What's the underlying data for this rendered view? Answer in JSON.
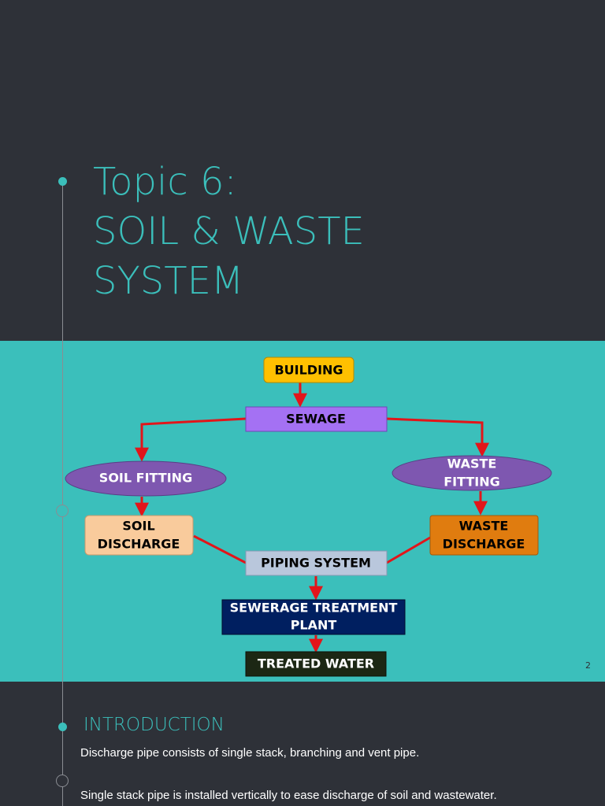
{
  "title": {
    "line1": "Topic 6:",
    "line2": "SOIL & WASTE",
    "line3": "SYSTEM"
  },
  "diagram": {
    "nodes": {
      "building": "BUILDING",
      "sewage": "SEWAGE",
      "soil_fitting": "SOIL FITTING",
      "waste_fitting_1": "WASTE",
      "waste_fitting_2": "FITTING",
      "soil_discharge_1": "SOIL",
      "soil_discharge_2": "DISCHARGE",
      "waste_discharge_1": "WASTE",
      "waste_discharge_2": "DISCHARGE",
      "piping_system": "PIPING SYSTEM",
      "sewerage_1": "SEWERAGE TREATMENT",
      "sewerage_2": "PLANT",
      "treated_water": "TREATED WATER"
    },
    "colors": {
      "building": "#ffc000",
      "sewage": "#a471f3",
      "fitting": "#7e57b0",
      "soil_discharge": "#f9cb9c",
      "waste_discharge": "#e07c0f",
      "piping_system": "#b9c7dc",
      "sewerage": "#001f60",
      "treated_water": "#1c2714",
      "arrow": "#e2151a"
    }
  },
  "page_number": "2",
  "introduction": {
    "heading": "INTRODUCTION",
    "paragraph1": "Discharge pipe consists of single stack, branching and vent pipe.",
    "paragraph2": "Single stack pipe is installed vertically to ease discharge of soil and wastewater."
  }
}
